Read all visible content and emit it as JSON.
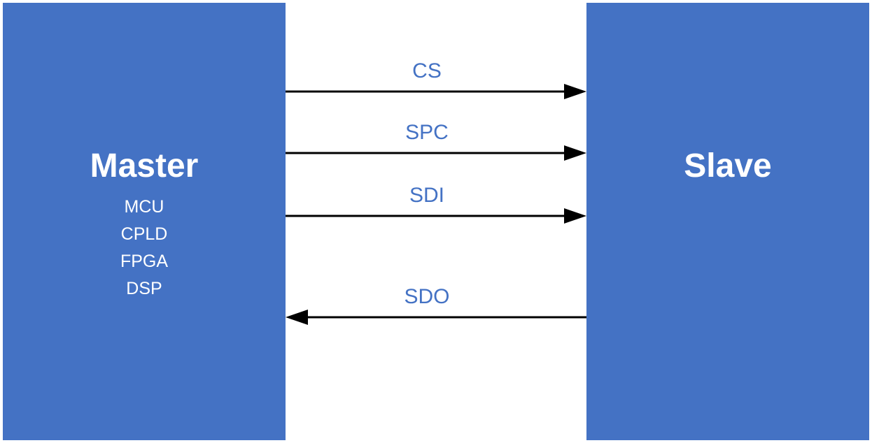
{
  "master": {
    "title": "Master",
    "devices": [
      "MCU",
      "CPLD",
      "FPGA",
      "DSP"
    ]
  },
  "slave": {
    "title": "Slave"
  },
  "signals": [
    {
      "label": "CS",
      "direction": "master-to-slave"
    },
    {
      "label": "SPC",
      "direction": "master-to-slave"
    },
    {
      "label": "SDI",
      "direction": "master-to-slave"
    },
    {
      "label": "SDO",
      "direction": "slave-to-master"
    }
  ],
  "colors": {
    "box_fill": "#4472C4",
    "box_text": "#FFFFFF",
    "label_text": "#4472C4",
    "arrow": "#000000"
  }
}
